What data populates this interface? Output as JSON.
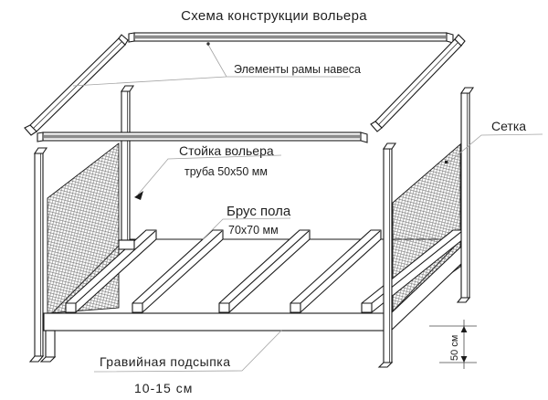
{
  "title": "Схема конструкции вольера",
  "labels": {
    "canopy_frame": "Элементы рамы навеса",
    "post": "Стойка вольера",
    "post_sub": "труба 50x50 мм",
    "floor_beam": "Брус пола",
    "floor_beam_sub": "70x70 мм",
    "mesh": "Сетка",
    "gravel": "Гравийная подсыпка",
    "gravel_sub": "10-15 см",
    "height_dim": "50 см"
  },
  "colors": {
    "line": "#1a1a1a",
    "leader": "#a3a3a3",
    "bar_stripe": "#8c8c8c",
    "mesh_grid": "#6e6e6e",
    "background": "#ffffff"
  }
}
